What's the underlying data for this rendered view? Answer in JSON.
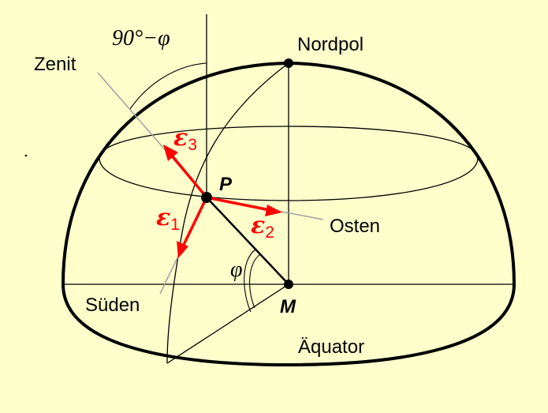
{
  "labels": {
    "zenith_angle": "90°−φ",
    "zenit": "Zenit",
    "nordpol": "Nordpol",
    "p": "P",
    "osten": "Osten",
    "sueden": "Süden",
    "phi": "φ",
    "m": "M",
    "aequator": "Äquator"
  },
  "vectors": [
    {
      "symbol": "ε",
      "index": "3"
    },
    {
      "symbol": "ε",
      "index": "1"
    },
    {
      "symbol": "ε",
      "index": "2"
    }
  ],
  "colors": {
    "background": "#FFFFCC",
    "vector": "#FF0000",
    "line": "#000000",
    "pointer": "#A0A0A0"
  }
}
